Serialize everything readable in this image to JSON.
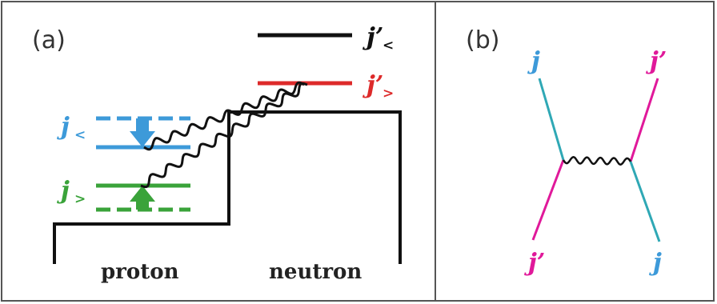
{
  "panels": {
    "a": {
      "label": "(a)",
      "proton_label": "proton",
      "neutron_label": "neutron",
      "levels": {
        "j_less": {
          "symbol": "j",
          "sub": "<",
          "color": "#3d9ad9"
        },
        "j_great": {
          "symbol": "j",
          "sub": ">",
          "color": "#3aa33a"
        },
        "jp_less": {
          "symbol": "j’",
          "sub": "<",
          "color": "#111111"
        },
        "jp_great": {
          "symbol": "j’",
          "sub": ">",
          "color": "#dd2a2a"
        }
      }
    },
    "b": {
      "label": "(b)",
      "top_left": {
        "symbol": "j",
        "color": "#3d9ad9"
      },
      "top_right": {
        "symbol": "j’",
        "color": "#e0199a"
      },
      "bottom_left": {
        "symbol": "j’",
        "color": "#e0199a"
      },
      "bottom_right": {
        "symbol": "j",
        "color": "#3d9ad9"
      }
    }
  },
  "colors": {
    "frame": "#555555",
    "well": "#111111",
    "blue_line": "#3d9ad9",
    "green_line": "#3aa33a",
    "red_line": "#dd2a2a",
    "teal_line": "#2fa8b5",
    "magenta_line": "#e0199a"
  }
}
